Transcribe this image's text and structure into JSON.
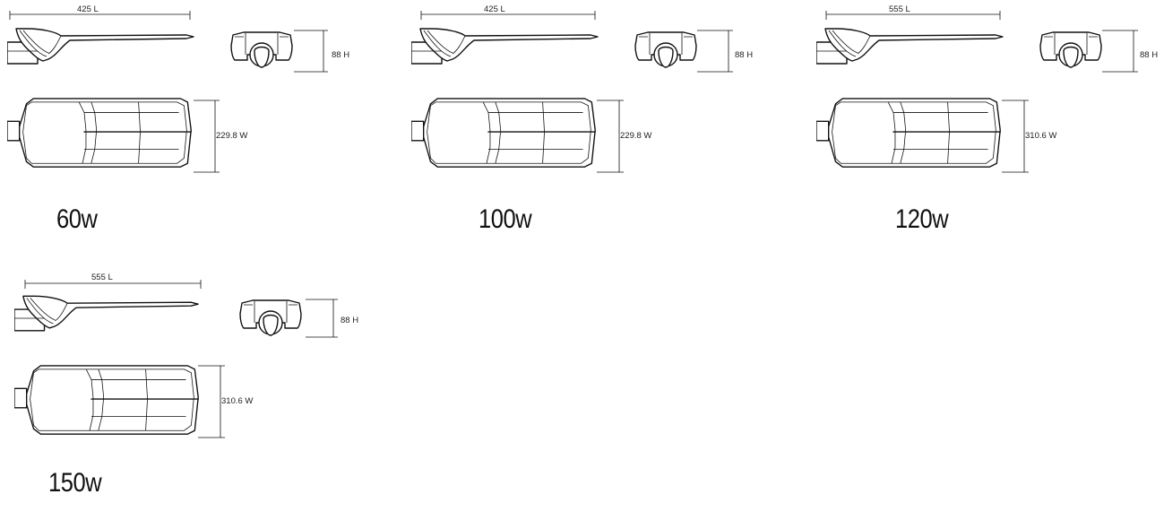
{
  "variants": [
    {
      "wattage": "60w",
      "length": "425",
      "length_unit": "L",
      "height": "88",
      "height_unit": "H",
      "width": "229.8",
      "width_unit": "W"
    },
    {
      "wattage": "100w",
      "length": "425",
      "length_unit": "L",
      "height": "88",
      "height_unit": "H",
      "width": "229.8",
      "width_unit": "W"
    },
    {
      "wattage": "120w",
      "length": "555",
      "length_unit": "L",
      "height": "88",
      "height_unit": "H",
      "width": "310.6",
      "width_unit": "W"
    },
    {
      "wattage": "150w",
      "length": "555",
      "length_unit": "L",
      "height": "88",
      "height_unit": "H",
      "width": "310.6",
      "width_unit": "W"
    }
  ]
}
